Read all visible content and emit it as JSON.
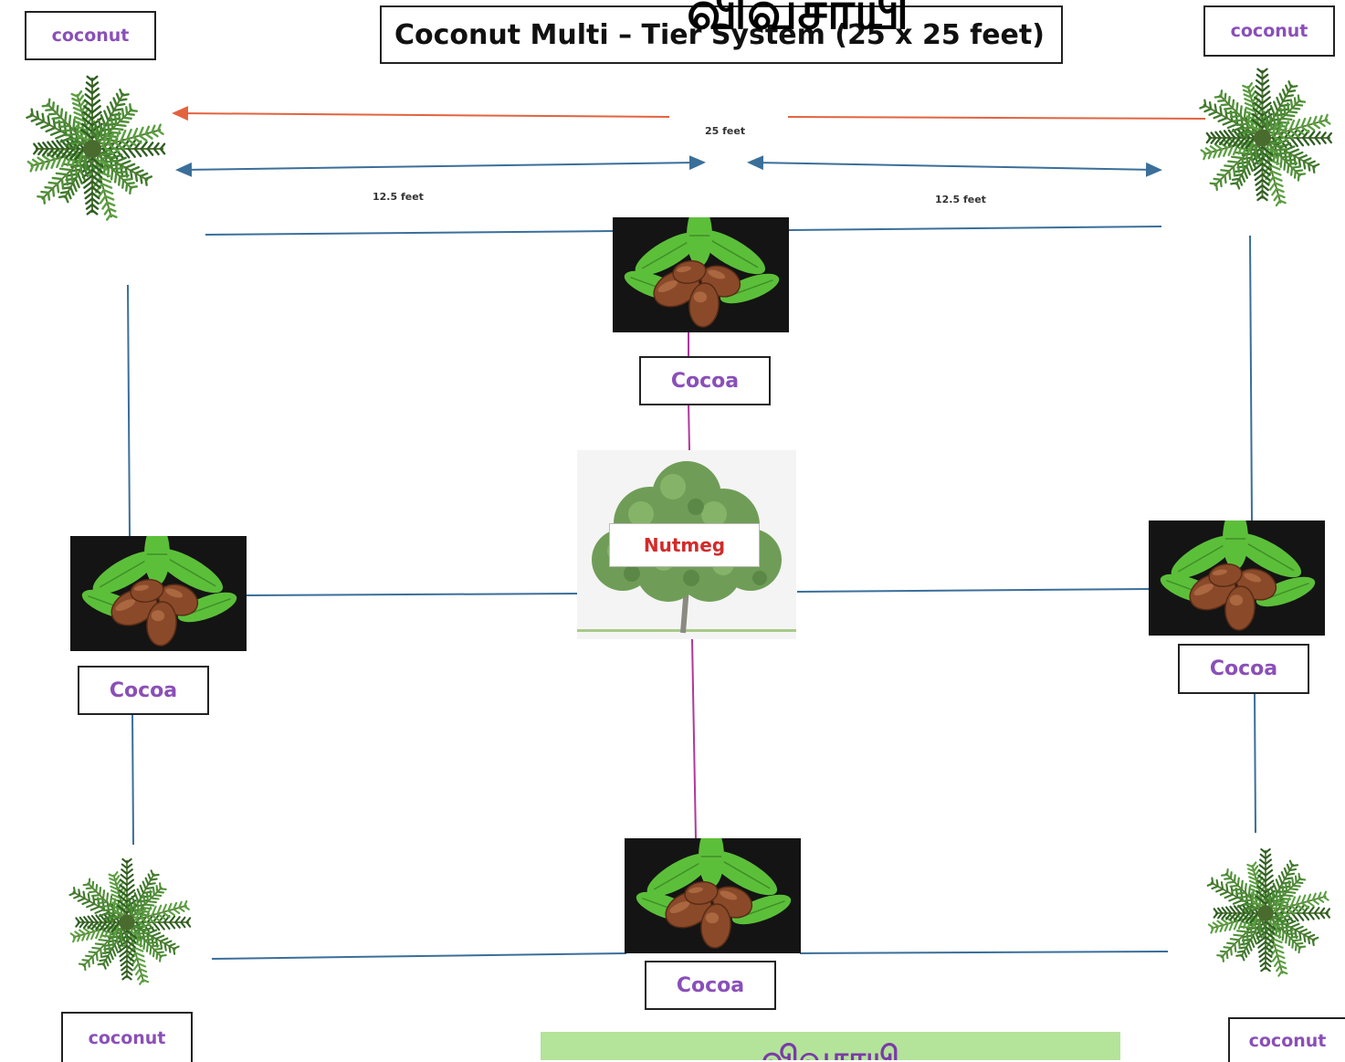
{
  "title": "Coconut Multi – Tier System (25 x 25 feet)",
  "overlay_title": "விவசாயி",
  "dimensions": {
    "total": "25 feet",
    "half_left": "12.5 feet",
    "half_right": "12.5 feet"
  },
  "labels": {
    "coconut_tl": "coconut",
    "coconut_tr": "coconut",
    "coconut_bl": "coconut",
    "coconut_br": "coconut",
    "cocoa_top": "Cocoa",
    "cocoa_left": "Cocoa",
    "cocoa_right": "Cocoa",
    "cocoa_bottom": "Cocoa",
    "nutmeg": "Nutmeg"
  },
  "banner": "விவசாயி",
  "colors": {
    "label_purple": "#8a4fb8",
    "nutmeg_red": "#d32a2a",
    "line_blue": "#3a6f9a",
    "line_pink": "#b0389b",
    "arrow_orange": "#e3633f",
    "banner_green": "#b4e39a"
  }
}
